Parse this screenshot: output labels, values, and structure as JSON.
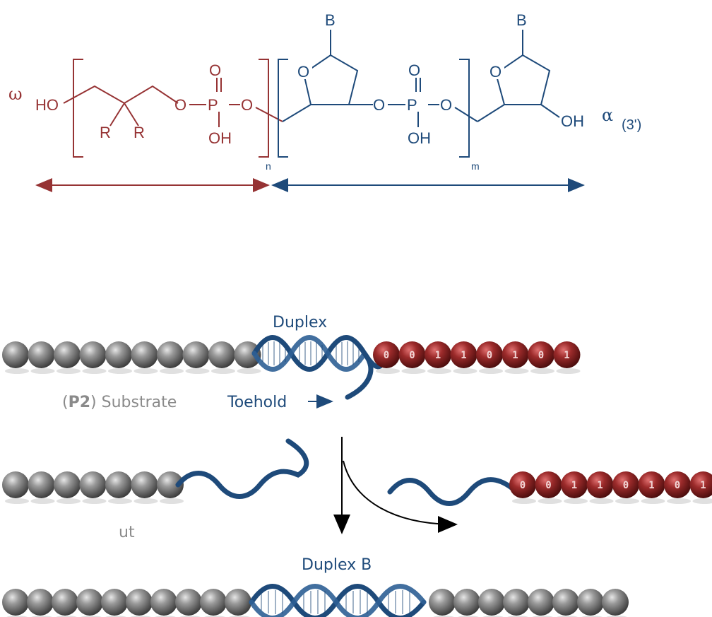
{
  "structure": {
    "omega": "ω",
    "alpha": "α",
    "three_prime": "(3')",
    "ho": "HO",
    "oh_terminal": "OH",
    "r1": "R",
    "r2": "R",
    "o_bridge_1": "O",
    "o_bridge_2": "O",
    "o_bridge_3": "O",
    "o_bridge_4": "O",
    "p1": "P",
    "p2": "P",
    "o_double_1": "O",
    "o_double_2": "O",
    "oh_p1": "OH",
    "oh_p2": "OH",
    "ring_o_1": "O",
    "ring_o_2": "O",
    "base_1": "B",
    "base_2": "B",
    "sub_n": "n",
    "sub_m": "m"
  },
  "scheme": {
    "duplex_label": "Duplex",
    "substrate_label_bold": "P2",
    "substrate_label_rest": "Substrate",
    "toehold_label": "Toehold",
    "partial_label": "ut",
    "duplex_b_label": "Duplex B",
    "red_bead_digits_top": [
      "0",
      "0",
      "1",
      "1",
      "0",
      "1",
      "0",
      "1"
    ],
    "red_bead_digits_mid": [
      "0",
      "0",
      "1",
      "1",
      "0",
      "1",
      "0",
      "1"
    ]
  },
  "colors": {
    "synthetic_red": "#963334",
    "dna_blue": "#1e4a7a",
    "bead_gray": "#6e6e6e",
    "bead_red": "#7d1e1e"
  }
}
